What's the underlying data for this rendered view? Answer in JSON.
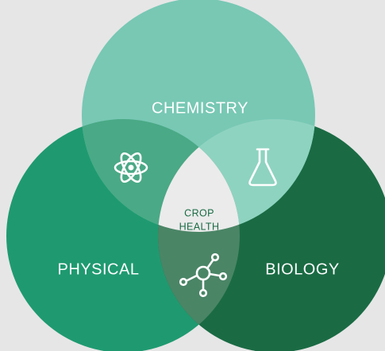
{
  "diagram": {
    "circles": [
      {
        "label": "CHEMISTRY",
        "color": "#78c8b4"
      },
      {
        "label": "PHYSICAL",
        "color": "#1f9a70"
      },
      {
        "label": "BIOLOGY",
        "color": "#1a6b44"
      }
    ],
    "center": {
      "line1": "CROP",
      "line2": "HEALTH",
      "color": "#1a6b44",
      "fill": "#ebebeb"
    },
    "overlap_colors": {
      "chemistry_physical": "#4aa986",
      "chemistry_biology": "#8ed3c0",
      "physical_biology": "#4a8566"
    },
    "icons": {
      "chemistry_physical": "atom-icon",
      "chemistry_biology": "flask-icon",
      "physical_biology": "molecule-network-icon"
    }
  }
}
